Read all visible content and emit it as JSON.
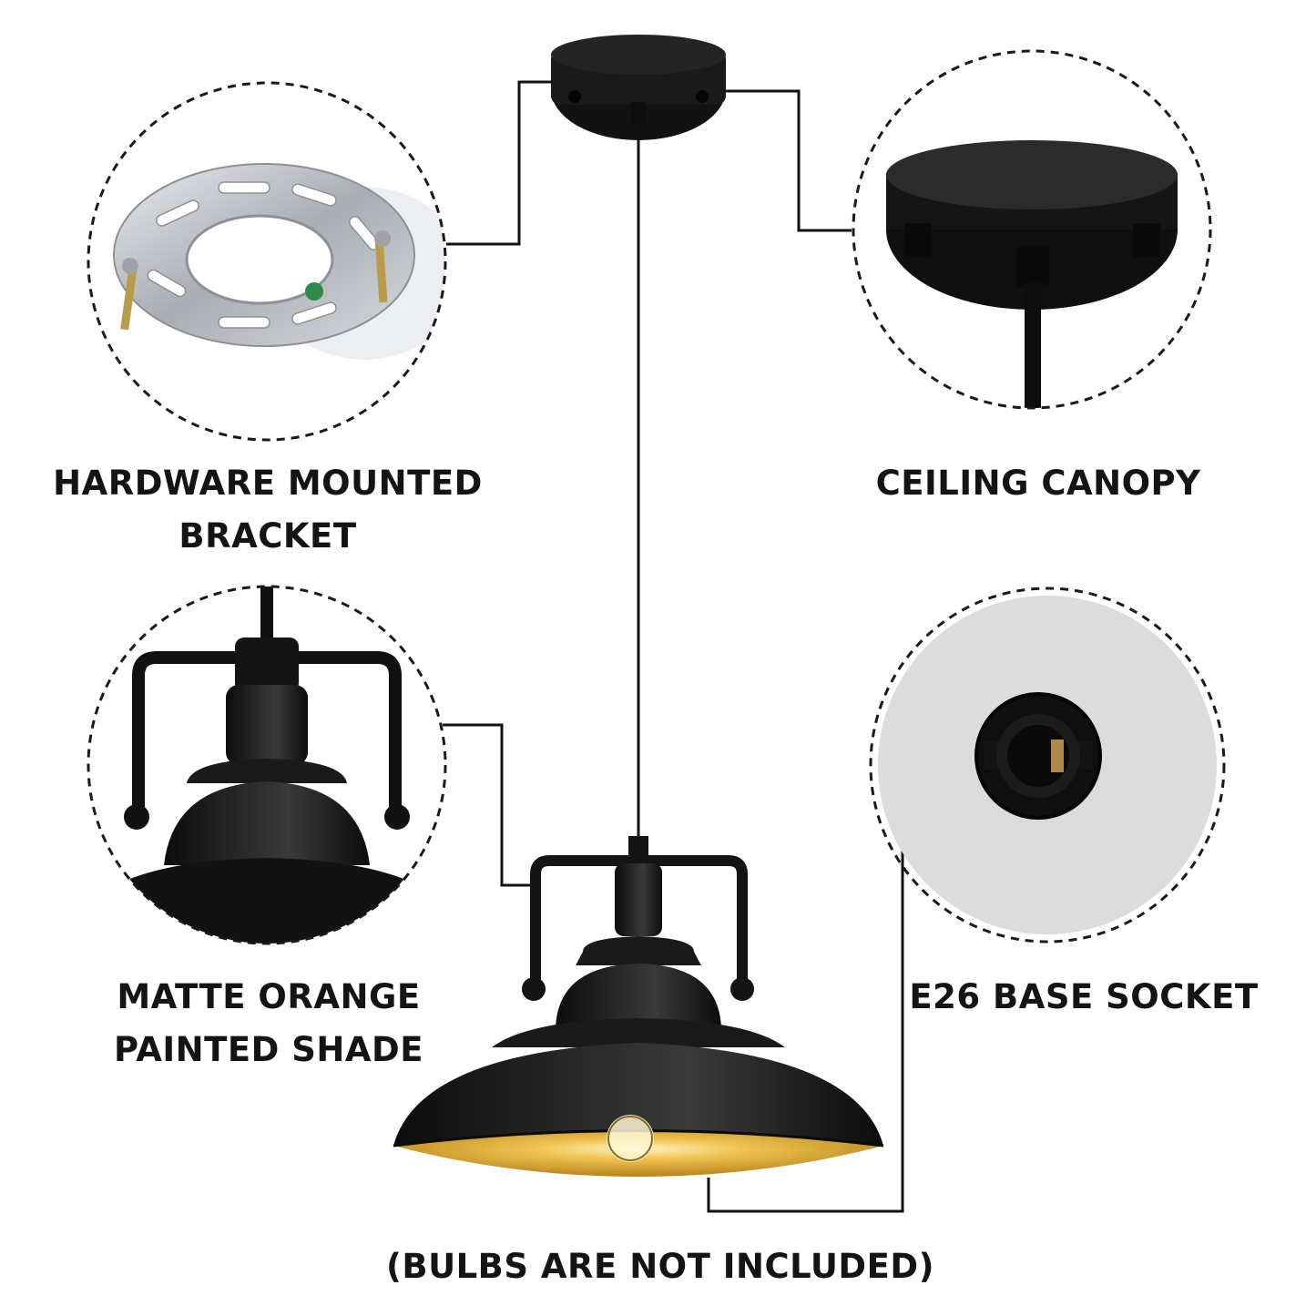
{
  "labels": {
    "bracket": [
      "HARDWARE MOUNTED",
      "BRACKET"
    ],
    "canopy": "CEILING CANOPY",
    "shade": [
      "MATTE ORANGE",
      "PAINTED SHADE"
    ],
    "socket": "E26 BASE SOCKET",
    "note": "(BULBS ARE NOT INCLUDED)"
  },
  "colors": {
    "metal_black": "#141414",
    "shade_interior": "#d9a21f",
    "bracket_silver": "#c5c8cc",
    "socket_background": "#dcdcdc",
    "dashed_circle": "#1a1a1a"
  }
}
